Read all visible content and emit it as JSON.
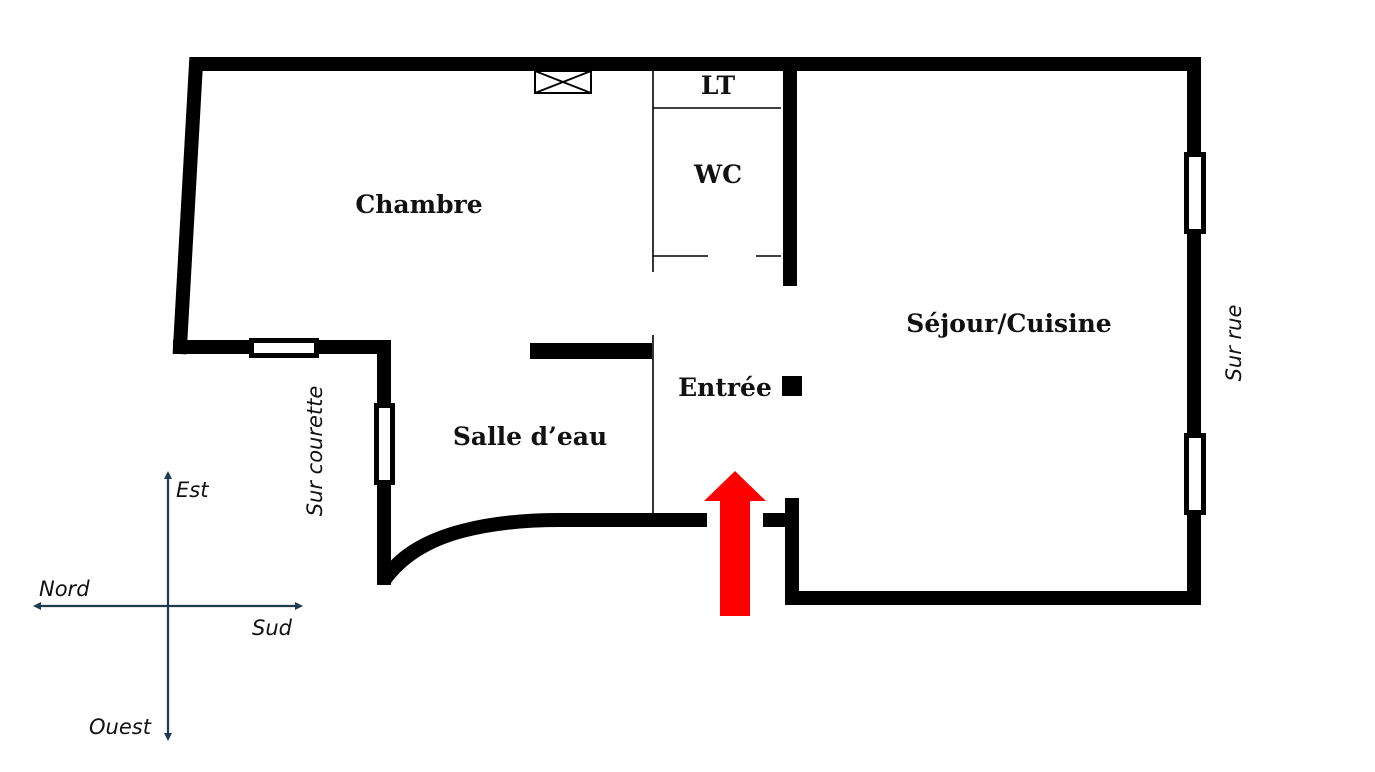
{
  "rooms": {
    "lt": "LT",
    "wc": "WC",
    "chambre": "Chambre",
    "sejour": "Séjour/Cuisine",
    "entree": "Entrée",
    "salle": "Salle d’eau"
  },
  "orientation": {
    "courette": "Sur courette",
    "rue": "Sur rue"
  },
  "compass": {
    "est": "Est",
    "nord": "Nord",
    "sud": "Sud",
    "ouest": "Ouest"
  },
  "colors": {
    "wall": "#000000",
    "entry_arrow": "#ff0000",
    "compass": "#1f3b4d"
  },
  "icons": [
    "ventilation-icon",
    "entry-arrow-icon",
    "compass-icon",
    "window-icon"
  ]
}
